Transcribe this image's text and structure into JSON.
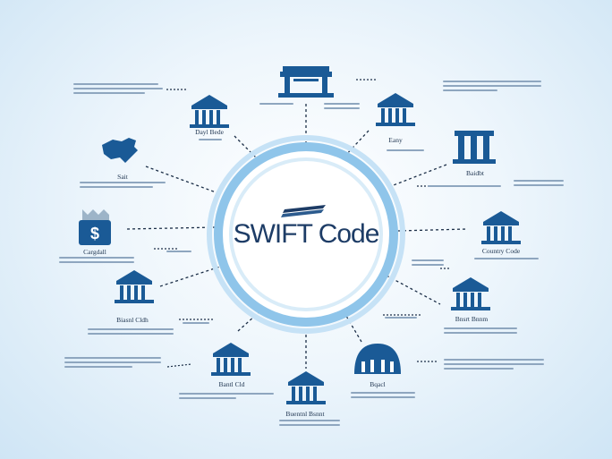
{
  "center": {
    "label": "SWIFT Code"
  },
  "nodes": [
    {
      "id": "top-center",
      "label": "",
      "icon": "bank-building-icon"
    },
    {
      "id": "upper-left",
      "label": "Dayl Bede",
      "icon": "bank-building-icon"
    },
    {
      "id": "upper-right",
      "label": "Eany",
      "icon": "bank-building-icon"
    },
    {
      "id": "left-map",
      "label": "Sait",
      "icon": "us-map-icon"
    },
    {
      "id": "right-pillars",
      "label": "Baidbt",
      "icon": "pillars-icon"
    },
    {
      "id": "left-dollar",
      "label": "Cargdall",
      "icon": "dollar-bag-icon"
    },
    {
      "id": "right-country",
      "label": "Country Code",
      "icon": "bank-building-icon"
    },
    {
      "id": "left-bank",
      "label": "Biasnl Cldh",
      "icon": "bank-building-icon"
    },
    {
      "id": "right-lower",
      "label": "Bnsrt Bnnm",
      "icon": "bank-building-icon"
    },
    {
      "id": "bottom-left",
      "label": "Bantl Cld",
      "icon": "bank-building-icon"
    },
    {
      "id": "bottom-center",
      "label": "Buentnl Bsnnt",
      "icon": "bank-building-icon"
    },
    {
      "id": "bottom-right",
      "label": "Bqacl",
      "icon": "dome-bank-icon"
    }
  ],
  "colors": {
    "primary": "#1a5a96",
    "ring": "#9ccbed",
    "accent": "#1d3c66"
  }
}
